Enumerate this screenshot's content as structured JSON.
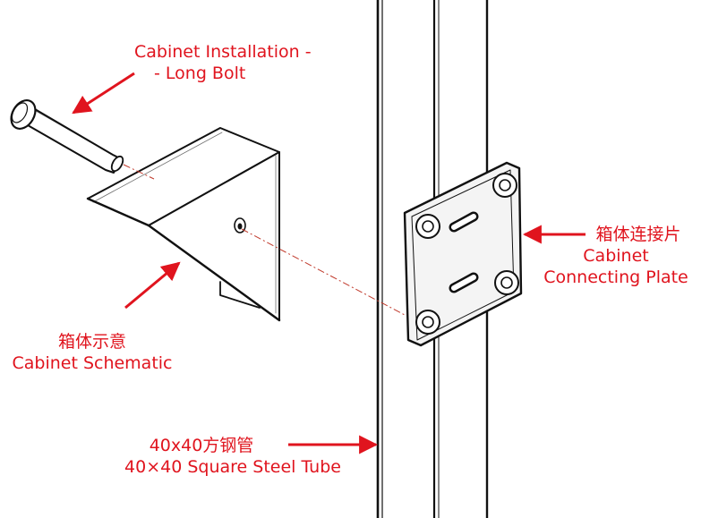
{
  "colors": {
    "annotation": "#e0141e",
    "ink": "#111111",
    "paper": "#ffffff"
  },
  "labels": {
    "long_bolt": {
      "line1": "Cabinet Installation -",
      "line2": "- Long Bolt"
    },
    "connecting_plate": {
      "zh": "箱体连接片",
      "line1": "Cabinet",
      "line2": "Connecting Plate"
    },
    "schematic": {
      "zh": "箱体示意",
      "en": "Cabinet Schematic"
    },
    "steel_tube": {
      "zh": "40x40方钢管",
      "en": "40×40 Square Steel Tube"
    }
  }
}
